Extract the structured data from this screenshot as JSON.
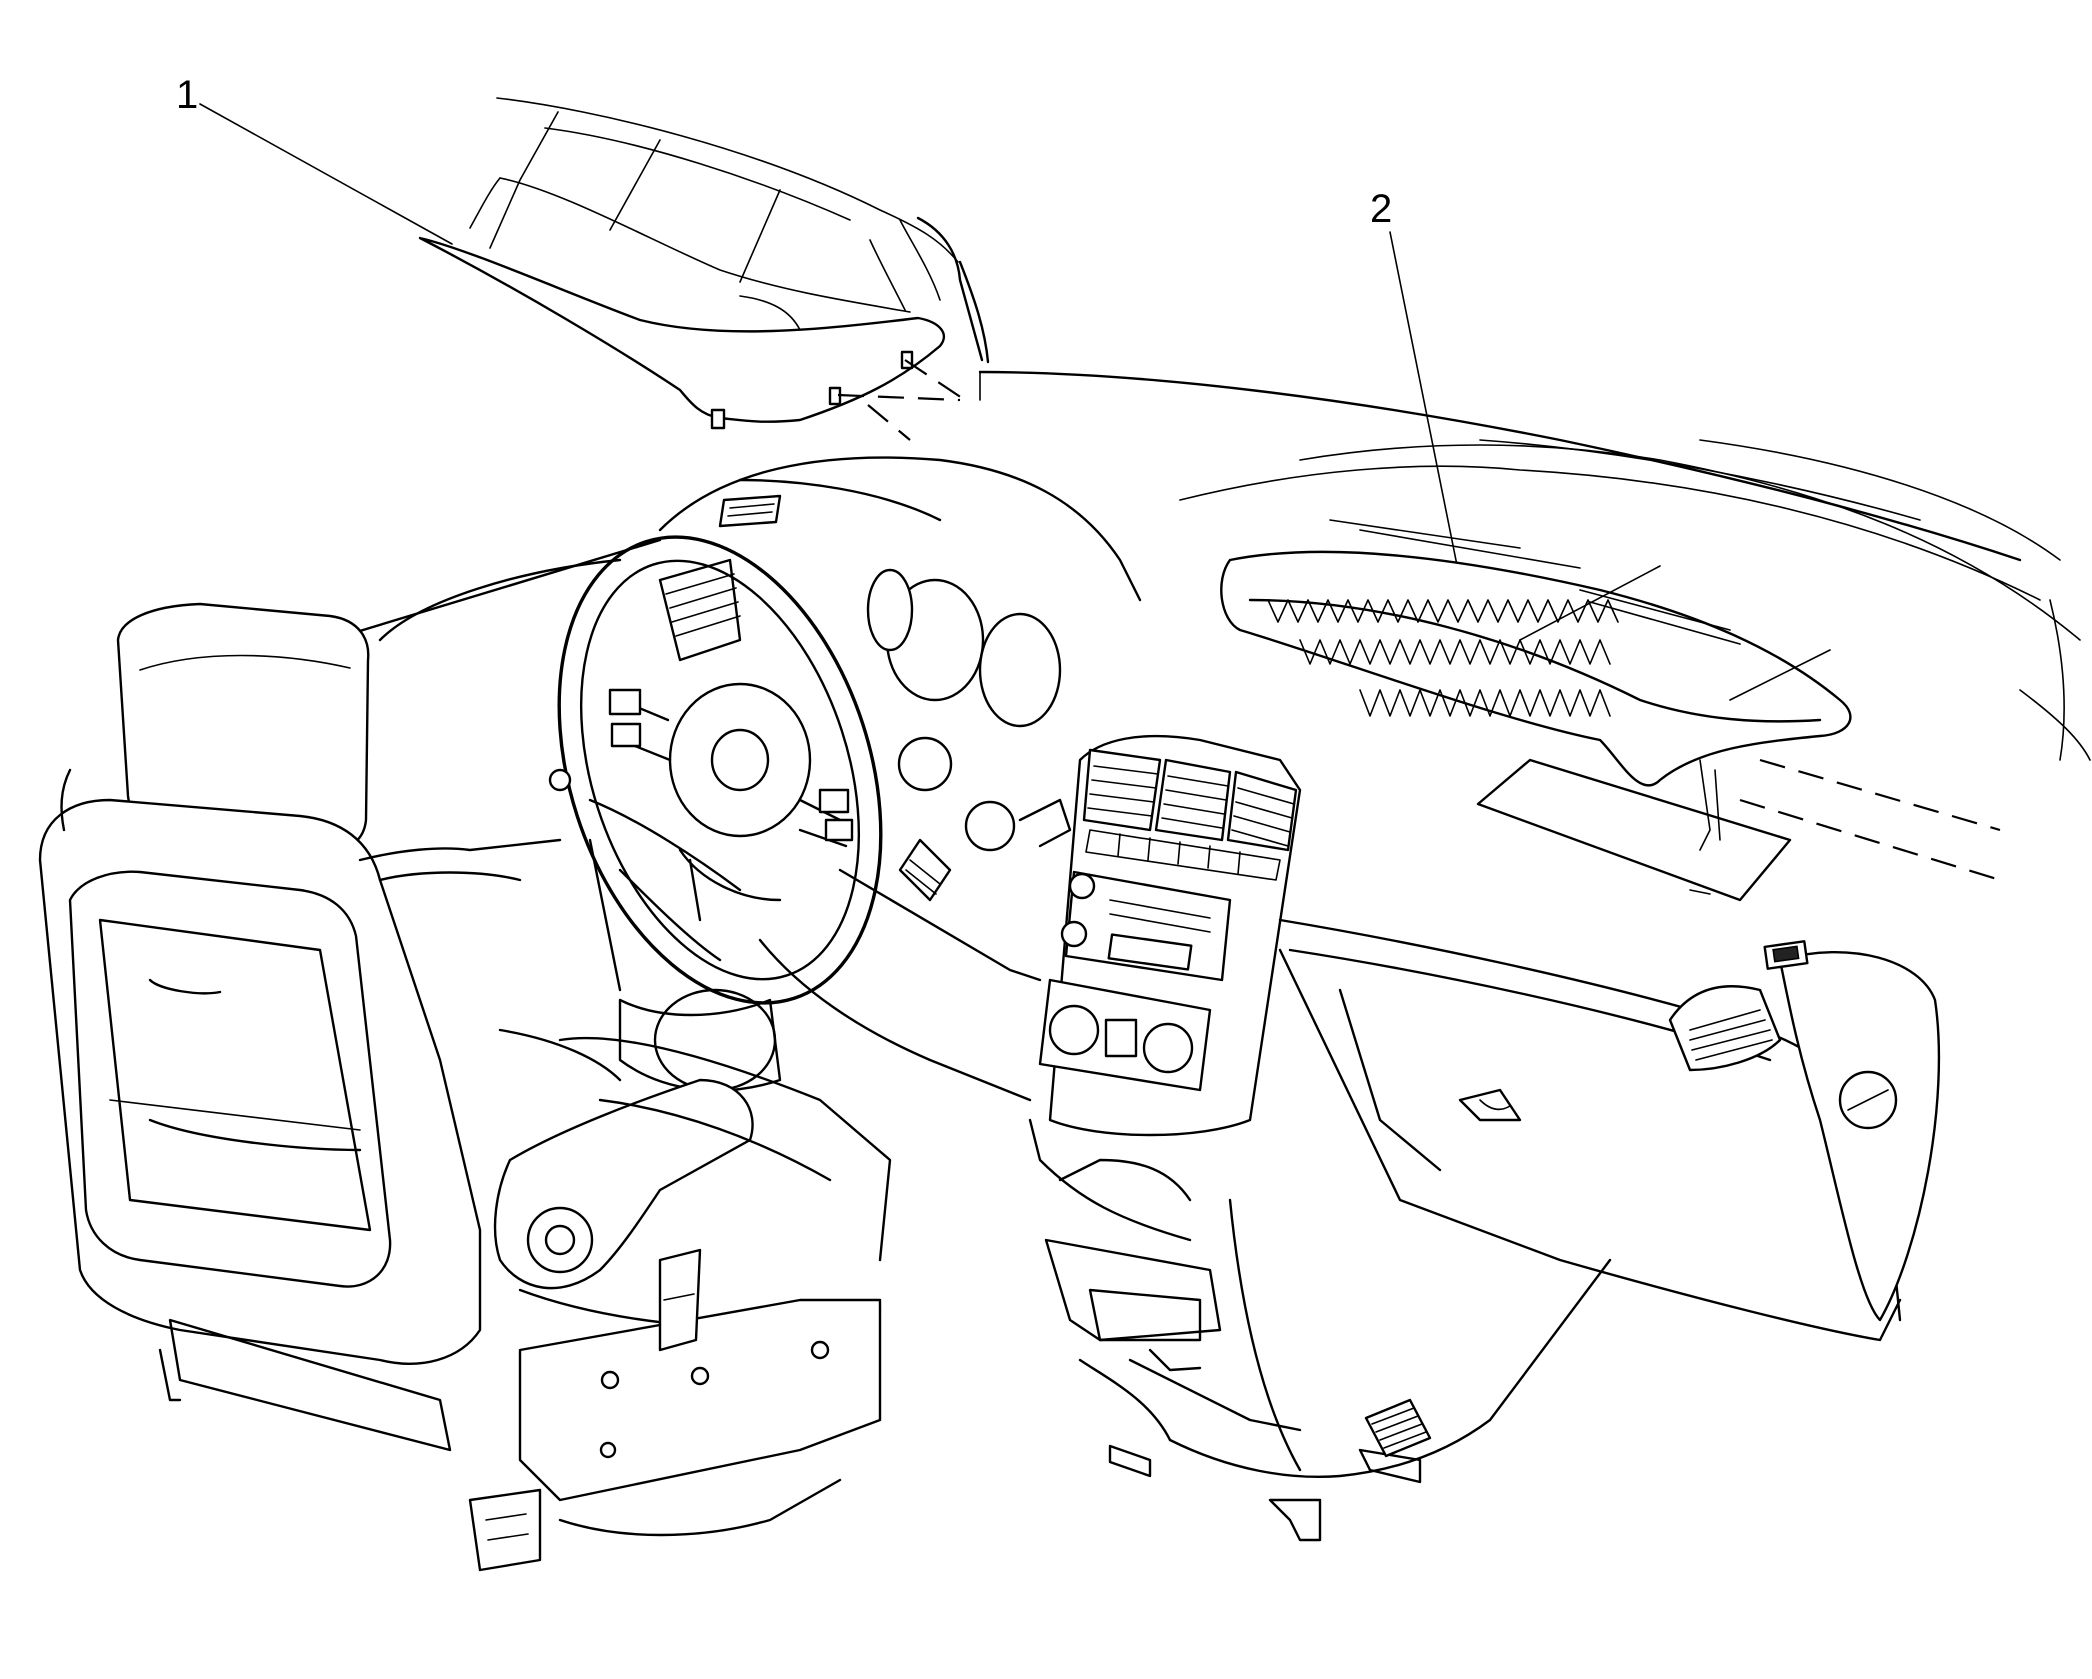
{
  "diagram": {
    "callouts": [
      {
        "id": "1",
        "label": "1"
      },
      {
        "id": "2",
        "label": "2"
      }
    ],
    "colors": {
      "line": "#000000",
      "background": "#ffffff"
    }
  }
}
